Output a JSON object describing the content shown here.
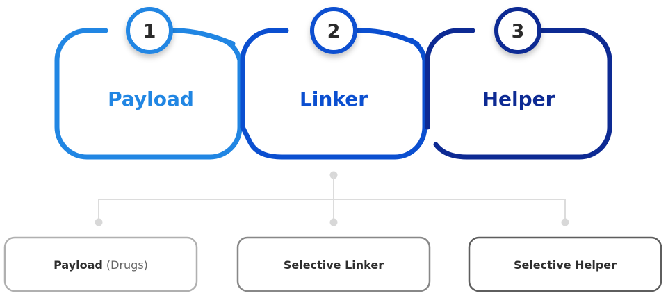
{
  "stages": [
    {
      "number": "1",
      "title": "Payload",
      "color": "#2186e3"
    },
    {
      "number": "2",
      "title": "Linker",
      "color": "#0b4fd0"
    },
    {
      "number": "3",
      "title": "Helper",
      "color": "#0d2a93"
    }
  ],
  "components": [
    {
      "label": "Payload",
      "note": "(Drugs)",
      "border_color": "#b0b0b0"
    },
    {
      "label": "Selective Linker",
      "note": "",
      "border_color": "#888888"
    },
    {
      "label": "Selective Helper",
      "note": "",
      "border_color": "#5e5e5e"
    }
  ],
  "connector_color": "#d8d8d8"
}
